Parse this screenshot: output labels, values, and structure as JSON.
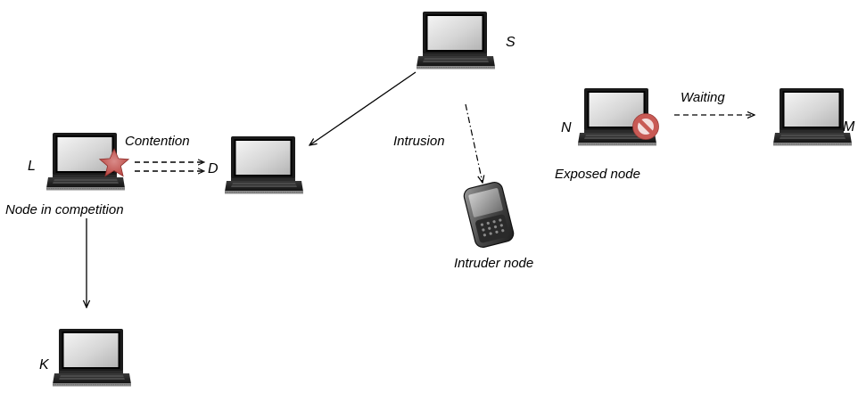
{
  "nodes": {
    "S": {
      "label": "S"
    },
    "L": {
      "label": "L"
    },
    "D": {
      "label": "D"
    },
    "N": {
      "label": "N"
    },
    "M": {
      "label": "M"
    },
    "K": {
      "label": "K"
    }
  },
  "captions": {
    "contention": "Contention",
    "intrusion": "Intrusion",
    "waiting": "Waiting",
    "node_in_competition": "Node in competition",
    "exposed_node": "Exposed node",
    "intruder_node": "Intruder node"
  },
  "icons": {
    "laptop": "laptop-icon",
    "phone": "smartphone-icon",
    "star": "collision-star-icon",
    "prohibited": "prohibited-icon"
  },
  "colors": {
    "star": "#c0504d",
    "prohibited": "#c0504d",
    "arrow": "#000000"
  }
}
